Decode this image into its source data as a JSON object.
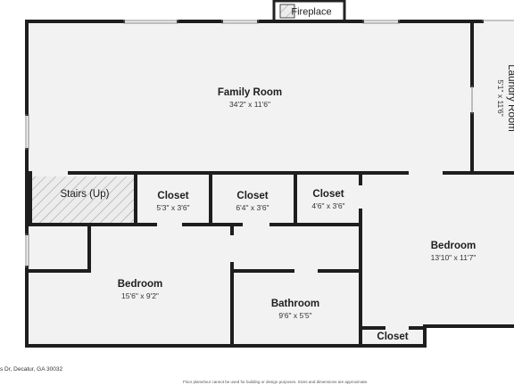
{
  "plan": {
    "rooms": [
      {
        "name": "Family Room",
        "dims": "34'2\" x 11'6\""
      },
      {
        "name": "Laundry Room",
        "dims": "5'1\" x 11'6\""
      },
      {
        "name": "Stairs (Up)",
        "dims": ""
      },
      {
        "name": "Closet",
        "dims": "5'3\" x 3'6\""
      },
      {
        "name": "Closet",
        "dims": "6'4\" x 3'6\""
      },
      {
        "name": "Closet",
        "dims": "4'6\" x 3'6\""
      },
      {
        "name": "Bedroom",
        "dims": "13'10\" x 11'7\""
      },
      {
        "name": "Bedroom",
        "dims": "15'6\" x 9'2\""
      },
      {
        "name": "Bathroom",
        "dims": "9'6\" x 5'5\""
      },
      {
        "name": "Closet",
        "dims": ""
      }
    ],
    "fireplace_label": "Fireplace"
  },
  "footer": {
    "address": "s Dr, Decatur, GA 30032",
    "disclaimer": "Floor plans/tour cannot be used for building or design purposes. Sizes and dimensions are approximate."
  }
}
